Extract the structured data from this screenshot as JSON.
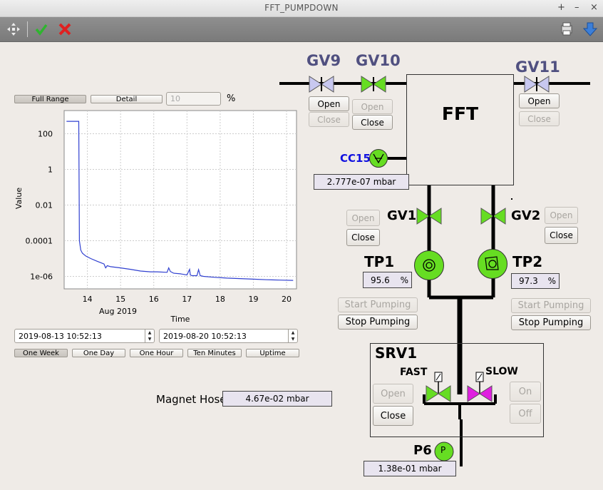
{
  "window": {
    "title": "FFT_PUMPDOWN",
    "controls": [
      "+",
      "–",
      "×"
    ]
  },
  "toolbar": {
    "left_icons": [
      "move-icon",
      "check-icon",
      "close-icon"
    ],
    "right_icons": [
      "print-icon",
      "download-icon"
    ]
  },
  "plot": {
    "range_buttons": {
      "full": "Full Range",
      "detail": "Detail"
    },
    "range_percent_value": "10",
    "percent_sign": "%",
    "ylabel": "Value",
    "xlabel": "Time",
    "start_time": "2019-08-13 10:52:13",
    "end_time": "2019-08-20 10:52:13",
    "span_buttons": [
      "One Week",
      "One Day",
      "One Hour",
      "Ten Minutes",
      "Uptime"
    ]
  },
  "chart_data": {
    "type": "line",
    "title": "",
    "xlabel": "Time",
    "ylabel": "Value",
    "y_scale": "log",
    "ylim": [
      2e-07,
      2000
    ],
    "xlim": [
      13.3,
      20.3
    ],
    "x_ticks": [
      "14",
      "15",
      "16",
      "17",
      "18",
      "19",
      "20"
    ],
    "x_tick_values": [
      14,
      15,
      16,
      17,
      18,
      19,
      20
    ],
    "x_sublabel": "Aug 2019",
    "y_ticks": [
      "100",
      "1",
      "0.01",
      "0.0001",
      "1e-06"
    ],
    "y_tick_values": [
      100,
      1,
      0.01,
      0.0001,
      1e-06
    ],
    "grid": true,
    "series": [
      {
        "color": "#3040d0",
        "x": [
          13.37,
          13.74,
          13.76,
          13.8,
          13.85,
          13.95,
          14.1,
          14.3,
          14.5,
          14.55,
          14.6,
          14.7,
          15.0,
          15.3,
          15.6,
          15.9,
          16.1,
          16.4,
          16.45,
          16.5,
          16.6,
          16.8,
          17.0,
          17.08,
          17.1,
          17.15,
          17.3,
          17.35,
          17.4,
          17.5,
          17.8,
          18.2,
          18.6,
          19.0,
          19.4,
          19.8,
          20.2
        ],
        "y": [
          500,
          500,
          0.0001,
          3e-05,
          2e-05,
          1.4e-05,
          1e-05,
          7e-06,
          5e-06,
          3e-06,
          4e-06,
          3.5e-06,
          3e-06,
          2.5e-06,
          2e-06,
          1.8e-06,
          1.8e-06,
          1.7e-06,
          3e-06,
          1.9e-06,
          1.5e-06,
          1.4e-06,
          1.2e-06,
          2.5e-06,
          1.2e-06,
          1.1e-06,
          1.1e-06,
          2.4e-06,
          1.1e-06,
          1e-06,
          9e-07,
          8e-07,
          7.5e-07,
          7e-07,
          6.5e-07,
          6.2e-07,
          6e-07
        ]
      }
    ]
  },
  "valves": {
    "gv9": {
      "label": "GV9",
      "open": "Open",
      "close": "Close",
      "color": "#c8c8f0"
    },
    "gv10": {
      "label": "GV10",
      "open": "Open",
      "close": "Close",
      "color": "#66dd22"
    },
    "gv11": {
      "label": "GV11",
      "open": "Open",
      "close": "Close",
      "color": "#c8c8f0"
    },
    "gv1": {
      "label": "GV1",
      "open": "Open",
      "close": "Close",
      "color": "#66dd22"
    },
    "gv2": {
      "label": "GV2",
      "open": "Open",
      "close": "Close",
      "color": "#66dd22"
    }
  },
  "chamber": {
    "label": "FFT"
  },
  "cc15": {
    "label": "CC15",
    "readout": "2.777e-07 mbar"
  },
  "tp1": {
    "label": "TP1",
    "speed": "95.6",
    "unit": "%",
    "start": "Start Pumping",
    "stop": "Stop Pumping"
  },
  "tp2": {
    "label": "TP2",
    "speed": "97.3",
    "unit": "%",
    "start": "Start Pumping",
    "stop": "Stop Pumping"
  },
  "srv1": {
    "label": "SRV1",
    "fast": "FAST",
    "slow": "SLOW",
    "open": "Open",
    "close": "Close",
    "on": "On",
    "off": "Off",
    "fast_color": "#66dd22",
    "slow_color": "#e020e0"
  },
  "p6": {
    "label": "P6",
    "gauge": "P",
    "readout": "1.38e-01 mbar"
  },
  "magnet_hose": {
    "label": "Magnet Hose",
    "readout": "4.67e-02 mbar"
  },
  "colors": {
    "green": "#66dd22",
    "lavender": "#c8c8f0",
    "magenta": "#e020e0",
    "cc15_label": "#1010e0"
  }
}
